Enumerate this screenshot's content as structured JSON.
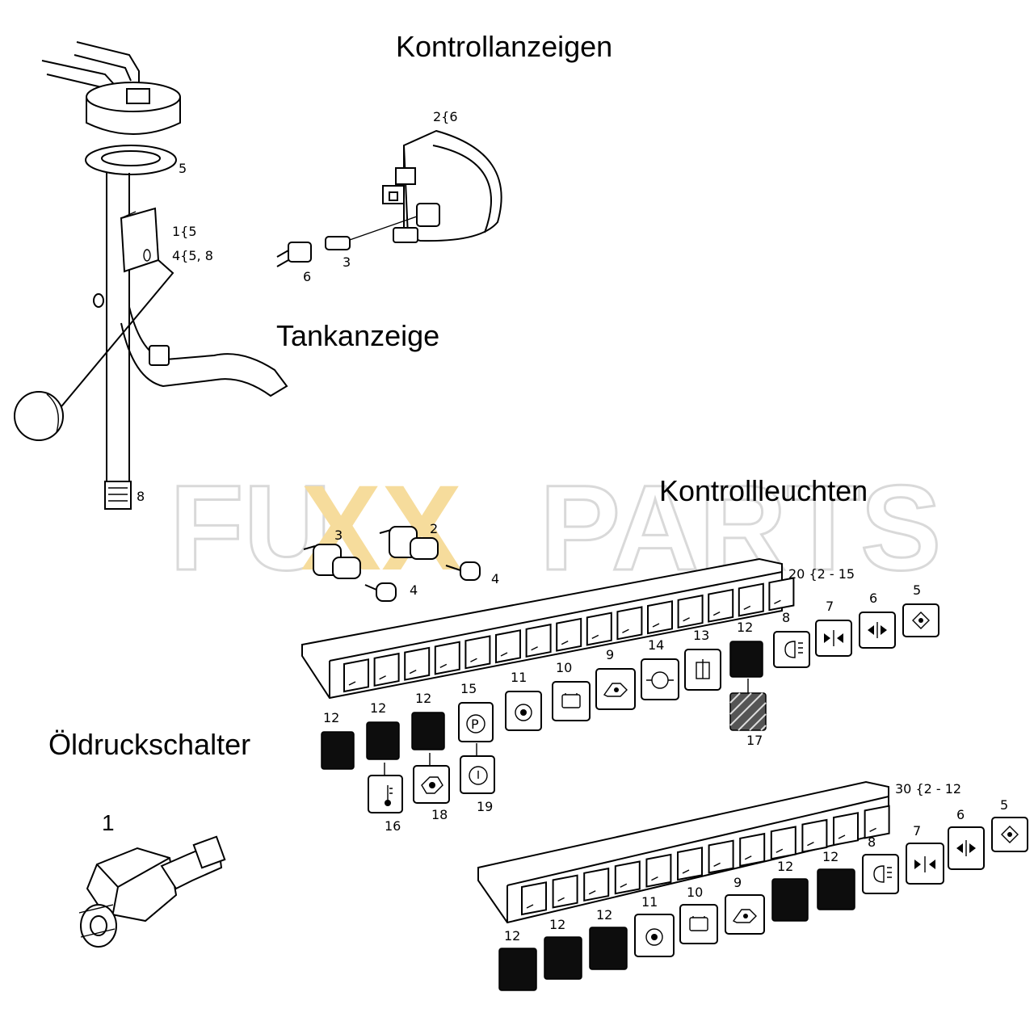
{
  "titles": {
    "kontrollanzeigen": "Kontrollanzeigen",
    "tankanzeige": "Tankanzeige",
    "kontrollleuchten": "Kontrollleuchten",
    "oeldruckschalter": "Öldruckschalter"
  },
  "watermark": {
    "left": "FU",
    "mid": "XX",
    "right": "PARTS",
    "gray": "#d9d9d9",
    "gold": "#f6dc9c"
  },
  "callouts": {
    "tank_5": "5",
    "tank_1": "1{5",
    "tank_4": "4{5, 8",
    "tank_8": "8",
    "gauge_2": "2{6",
    "gauge_3": "3",
    "gauge_6": "6",
    "bulb_3": "3",
    "bulb_2": "2",
    "bulb_4a": "4",
    "bulb_4b": "4",
    "panel1": "20 {2 - 15",
    "panel2": "30 {2 - 12",
    "switch_1": "1"
  },
  "panel1_symbols": [
    {
      "n": "5",
      "icon": "arrows-diamond-icon"
    },
    {
      "n": "6",
      "icon": "arrows-out-icon"
    },
    {
      "n": "7",
      "icon": "arrows-in-icon"
    },
    {
      "n": "8",
      "icon": "headlight-icon"
    },
    {
      "n": "12",
      "icon": "blank-dark"
    },
    {
      "n": "13",
      "icon": "filter-icon"
    },
    {
      "n": "14",
      "icon": "oil-pressure-icon"
    },
    {
      "n": "9",
      "icon": "oil-can-icon"
    },
    {
      "n": "10",
      "icon": "battery-icon"
    },
    {
      "n": "11",
      "icon": "brake-fluid-icon"
    },
    {
      "n": "15",
      "icon": "parking-brake-icon"
    },
    {
      "n": "12",
      "icon": "blank-dark"
    },
    {
      "n": "12",
      "icon": "blank-dark"
    },
    {
      "n": "12",
      "icon": "blank-dark"
    },
    {
      "n": "17",
      "icon": "hatched-blank"
    },
    {
      "n": "16",
      "icon": "coolant-temp-icon"
    },
    {
      "n": "18",
      "icon": "hydraulic-oil-icon"
    },
    {
      "n": "19",
      "icon": "brake-warning-icon"
    }
  ],
  "panel2_symbols": [
    {
      "n": "5",
      "icon": "arrows-diamond-icon"
    },
    {
      "n": "6",
      "icon": "arrows-out-icon"
    },
    {
      "n": "7",
      "icon": "arrows-in-icon"
    },
    {
      "n": "8",
      "icon": "headlight-icon"
    },
    {
      "n": "12",
      "icon": "blank-dark"
    },
    {
      "n": "12",
      "icon": "blank-dark"
    },
    {
      "n": "9",
      "icon": "oil-can-icon"
    },
    {
      "n": "10",
      "icon": "battery-icon"
    },
    {
      "n": "11",
      "icon": "brake-fluid-icon"
    },
    {
      "n": "12",
      "icon": "blank-dark"
    },
    {
      "n": "12",
      "icon": "blank-dark"
    },
    {
      "n": "12",
      "icon": "blank-dark"
    }
  ]
}
